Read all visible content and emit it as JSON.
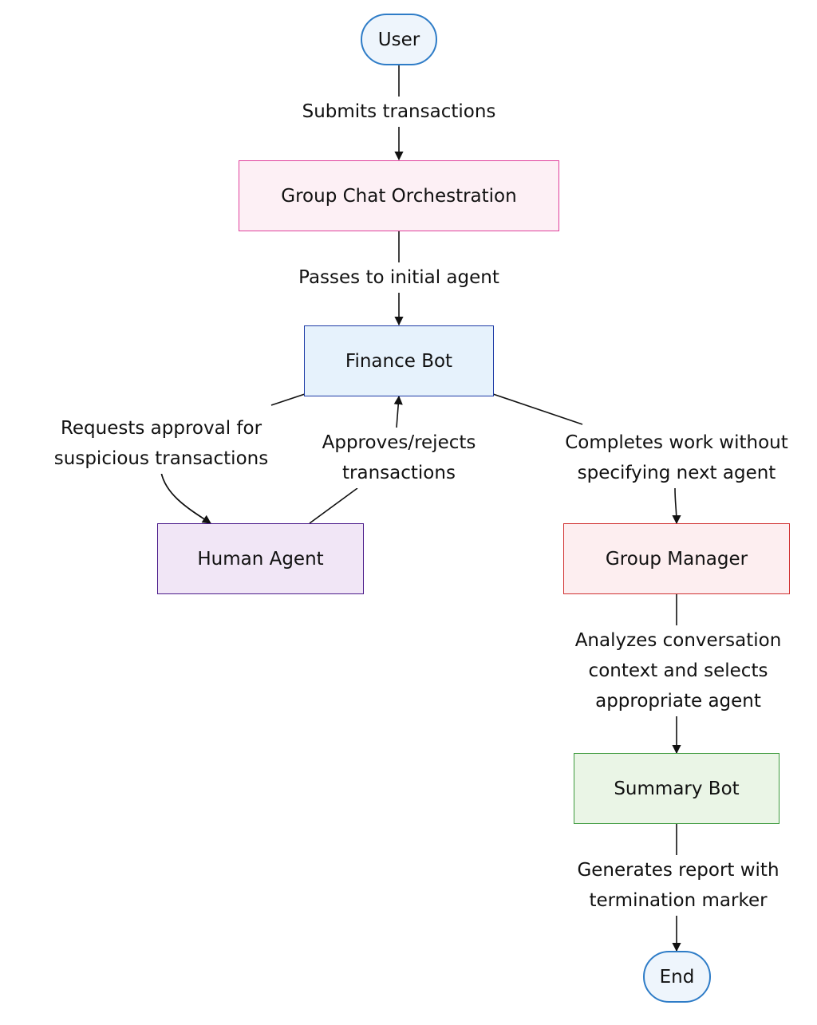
{
  "nodes": {
    "user": {
      "label": "User"
    },
    "orchestration": {
      "label": "Group Chat Orchestration",
      "fill": "#fdf0f5",
      "stroke": "#e0409c"
    },
    "finance_bot": {
      "label": "Finance Bot",
      "fill": "#e6f2fc",
      "stroke": "#1c3aa6"
    },
    "human_agent": {
      "label": "Human Agent",
      "fill": "#f1e6f6",
      "stroke": "#4a1a8a"
    },
    "group_manager": {
      "label": "Group Manager",
      "fill": "#fdeef0",
      "stroke": "#d03030"
    },
    "summary_bot": {
      "label": "Summary Bot",
      "fill": "#eaf5e6",
      "stroke": "#3d9a3d"
    },
    "end": {
      "label": "End"
    }
  },
  "edges": {
    "submits": "Submits transactions",
    "passes": "Passes to initial agent",
    "requests": "Requests approval for\nsuspicious transactions",
    "approves": "Approves/rejects\ntransactions",
    "completes": "Completes work without\nspecifying next agent",
    "analyzes": "Analyzes conversation\ncontext and selects\nappropriate agent",
    "generates": "Generates report with\ntermination marker"
  }
}
